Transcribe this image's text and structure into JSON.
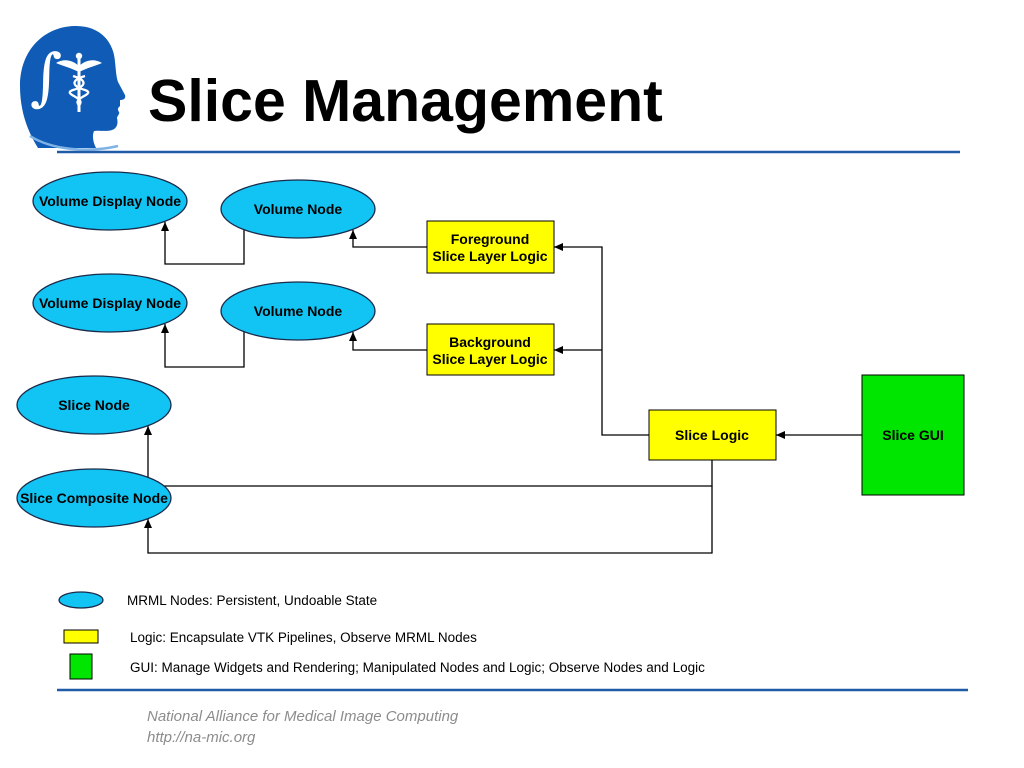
{
  "slide": {
    "title": "Slice Management"
  },
  "logo": {
    "icon": "namic-head-logo-icon",
    "glyph": "∫"
  },
  "colors": {
    "logo": "#0f5bb5",
    "mrml_node": "#11c4f3",
    "logic": "#ffff00",
    "gui": "#00e600",
    "rule": "#1f5ba6",
    "footer_text": "#8c8c8c"
  },
  "diagram": {
    "mrml_nodes": {
      "volume_display_node_fg": "Volume Display Node",
      "volume_node_fg": "Volume Node",
      "volume_display_node_bg": "Volume Display Node",
      "volume_node_bg": "Volume Node",
      "slice_node": "Slice Node",
      "slice_composite_node": "Slice Composite Node"
    },
    "logic": {
      "foreground_slice_layer_logic": [
        "Foreground",
        "Slice Layer Logic"
      ],
      "background_slice_layer_logic": [
        "Background",
        "Slice Layer Logic"
      ],
      "slice_logic": "Slice Logic"
    },
    "gui": {
      "slice_gui": "Slice GUI"
    }
  },
  "legend": [
    {
      "color": "#11c4f3",
      "text": "MRML Nodes: Persistent, Undoable State"
    },
    {
      "color": "#ffff00",
      "text": "Logic: Encapsulate VTK Pipelines, Observe MRML Nodes"
    },
    {
      "color": "#00e600",
      "text": "GUI: Manage Widgets and Rendering; Manipulated Nodes and Logic; Observe Nodes and Logic"
    }
  ],
  "footer": {
    "org": "National Alliance for Medical Image Computing",
    "url": "http://na-mic.org"
  }
}
